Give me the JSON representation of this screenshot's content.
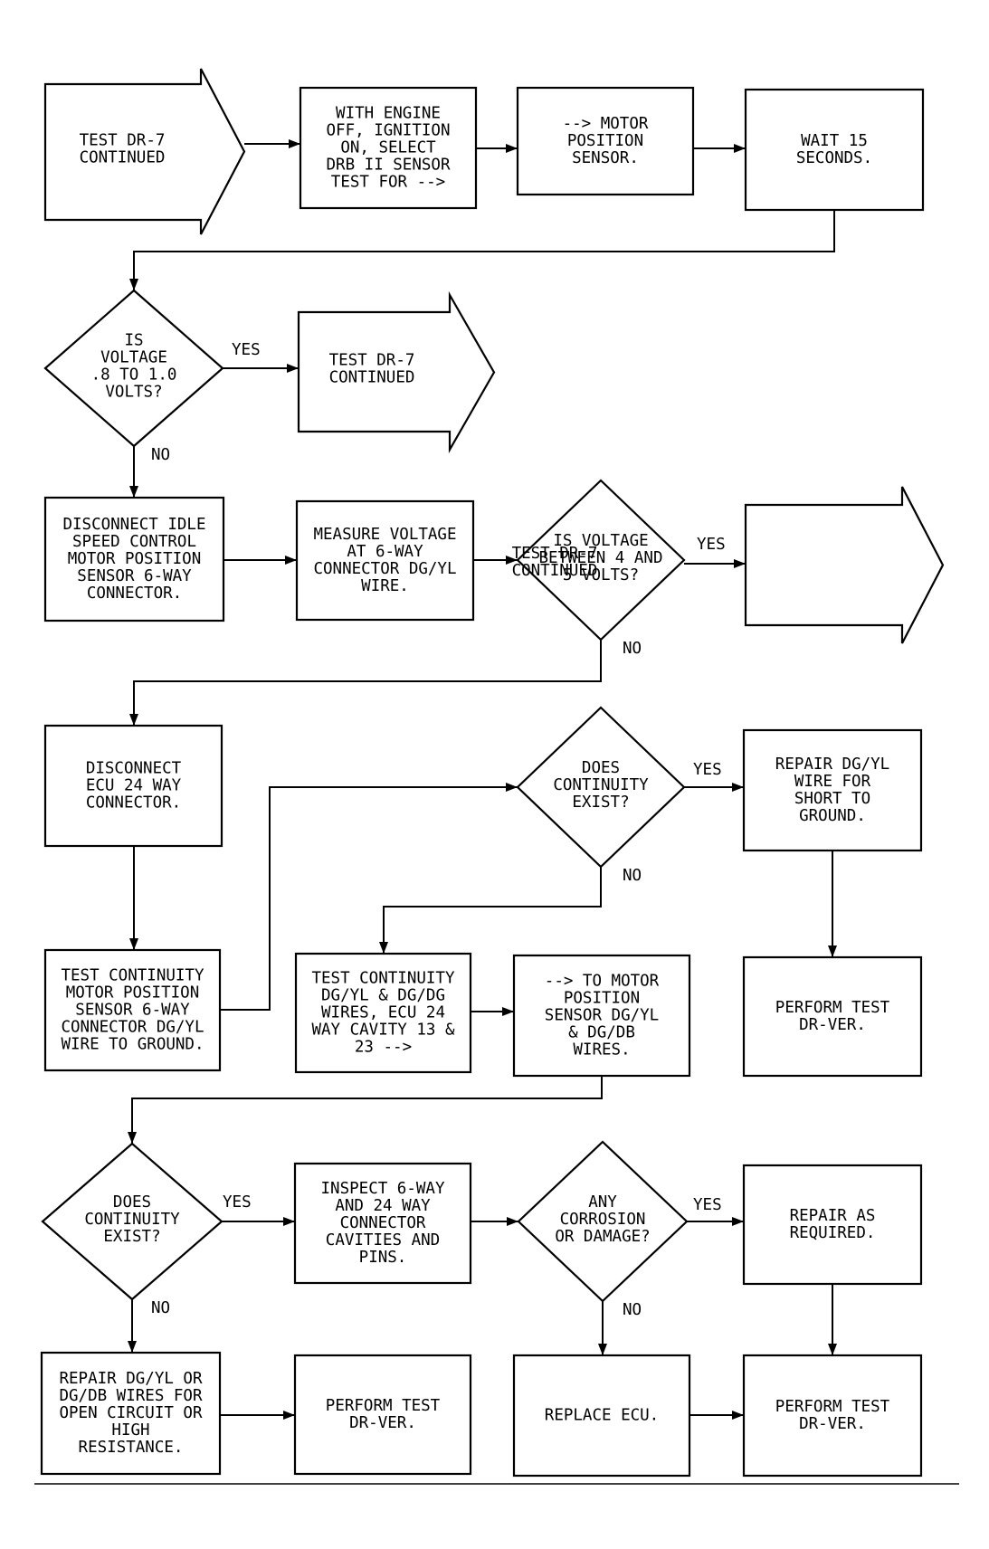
{
  "flowchart": {
    "n1": [
      "TEST DR-7",
      "CONTINUED"
    ],
    "n2": [
      "WITH ENGINE",
      "OFF, IGNITION",
      "ON, SELECT",
      "DRB II SENSOR",
      "TEST FOR -->"
    ],
    "n3": [
      "--> MOTOR",
      "POSITION",
      "SENSOR."
    ],
    "n4": [
      "WAIT 15",
      "SECONDS."
    ],
    "d1": [
      "IS",
      "VOLTAGE",
      ".8 TO 1.0",
      "VOLTS?"
    ],
    "n5": [
      "TEST DR-7",
      "CONTINUED"
    ],
    "n6": [
      "DISCONNECT IDLE",
      "SPEED CONTROL",
      "MOTOR POSITION",
      "SENSOR 6-WAY",
      "CONNECTOR."
    ],
    "n7": [
      "MEASURE VOLTAGE",
      "AT 6-WAY",
      "CONNECTOR DG/YL",
      "WIRE."
    ],
    "d2": [
      "IS VOLTAGE",
      "BETWEEN 4 AND",
      "5 VOLTS?"
    ],
    "n8": [
      "TEST DR-7",
      "CONTINUED"
    ],
    "n9": [
      "DISCONNECT",
      "ECU 24 WAY",
      "CONNECTOR."
    ],
    "d3": [
      "DOES",
      "CONTINUITY",
      "EXIST?"
    ],
    "n10": [
      "REPAIR DG/YL",
      "WIRE FOR",
      "SHORT TO",
      "GROUND."
    ],
    "n11": [
      "TEST CONTINUITY",
      "MOTOR POSITION",
      "SENSOR 6-WAY",
      "CONNECTOR DG/YL",
      "WIRE TO GROUND."
    ],
    "n12": [
      "TEST CONTINUITY",
      "DG/YL & DG/DG",
      "WIRES, ECU 24",
      "WAY CAVITY 13 &",
      "23 -->"
    ],
    "n13": [
      "--> TO MOTOR",
      "POSITION",
      "SENSOR DG/YL",
      "& DG/DB",
      "WIRES."
    ],
    "n14": [
      "PERFORM TEST",
      "DR-VER."
    ],
    "d4": [
      "DOES",
      "CONTINUITY",
      "EXIST?"
    ],
    "n15": [
      "INSPECT 6-WAY",
      "AND 24 WAY",
      "CONNECTOR",
      "CAVITIES AND",
      "PINS."
    ],
    "d5": [
      "ANY",
      "CORROSION",
      "OR DAMAGE?"
    ],
    "n16": [
      "REPAIR AS",
      "REQUIRED."
    ],
    "n17": [
      "REPAIR DG/YL OR",
      "DG/DB WIRES FOR",
      "OPEN CIRCUIT OR",
      "HIGH",
      "RESISTANCE."
    ],
    "n18": [
      "PERFORM TEST",
      "DR-VER."
    ],
    "n19": [
      "REPLACE ECU."
    ],
    "n20": [
      "PERFORM TEST",
      "DR-VER."
    ],
    "yes_label": "YES",
    "no_label": "NO"
  }
}
